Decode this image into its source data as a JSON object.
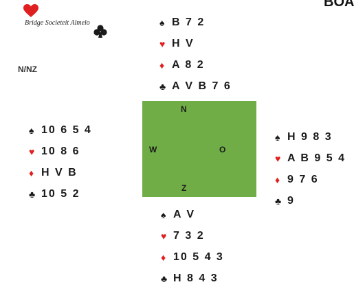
{
  "logo": {
    "text": "Bridge Societeit Almelo"
  },
  "header": {
    "title_partial": "BOA"
  },
  "deal": {
    "vulnerability": "N/NZ",
    "compass": {
      "north": "N",
      "west": "W",
      "east": "O",
      "south": "Z"
    },
    "north": {
      "spades": "B 7 2",
      "hearts": "H V",
      "diamonds": "A 8 2",
      "clubs": "A V B 7 6"
    },
    "west": {
      "spades": "10 6 5 4",
      "hearts": "10 8 6",
      "diamonds": "H V B",
      "clubs": "10 5 2"
    },
    "east": {
      "spades": "H 9 8 3",
      "hearts": "A B 9 5 4",
      "diamonds": "9 7 6",
      "clubs": "9"
    },
    "south": {
      "spades": "A V",
      "hearts": "7 3 2",
      "diamonds": "10 5 4 3",
      "clubs": "H 8 4 3"
    }
  },
  "colors": {
    "table_felt": "#70ad47",
    "red_suit": "#e02020",
    "black_suit": "#1a1a1a"
  },
  "icons": {
    "spade": "♠",
    "heart": "♥",
    "diamond": "♦",
    "club": "♣"
  }
}
